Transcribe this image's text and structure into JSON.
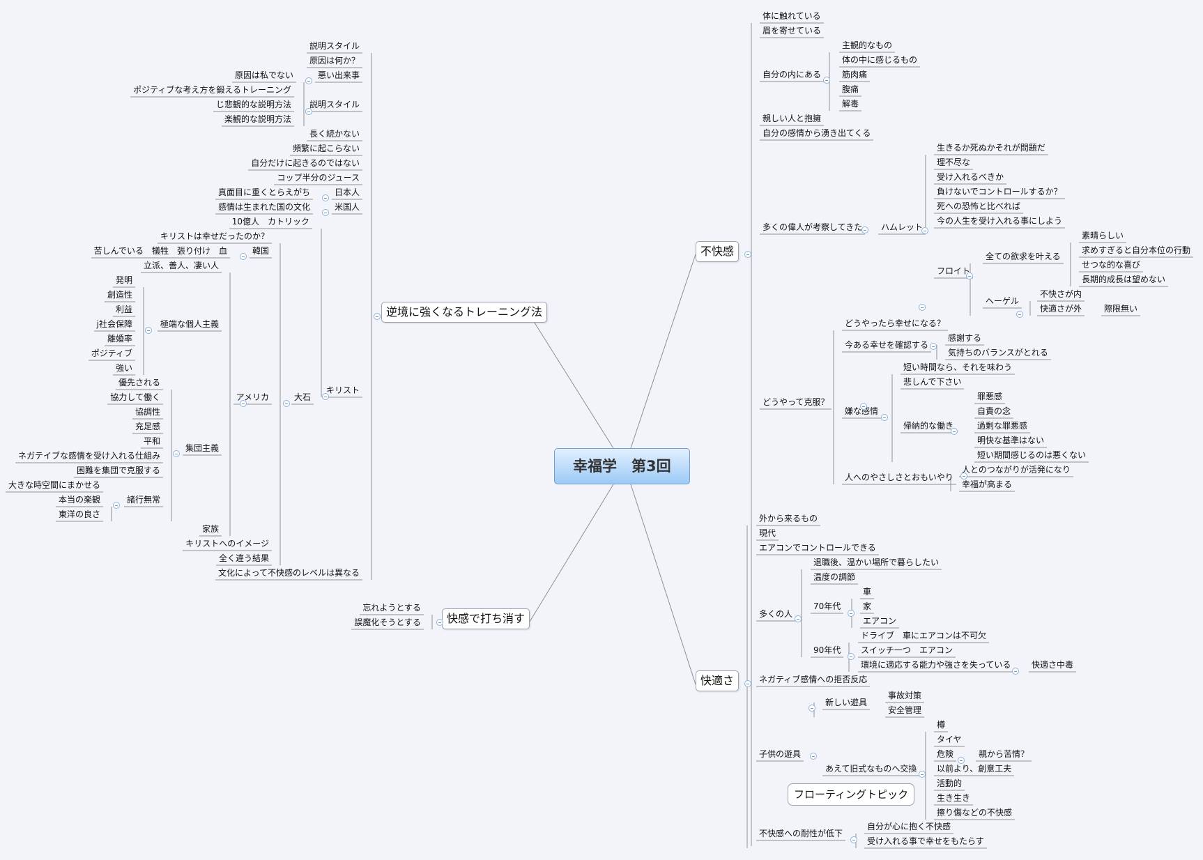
{
  "central": "幸福学　第3回",
  "floating_topic": "フローティングトピック",
  "branches": [
    {
      "label": "不快感",
      "children": [
        {
          "label": "体に触れている"
        },
        {
          "label": "眉を寄せている"
        },
        {
          "label": "自分の内にある",
          "children": [
            {
              "label": "主観的なもの"
            },
            {
              "label": "体の中に感じるもの"
            },
            {
              "label": "筋肉痛"
            },
            {
              "label": "腹痛"
            },
            {
              "label": "解毒"
            }
          ]
        },
        {
          "label": "親しい人と抱擁"
        },
        {
          "label": "自分の感情から湧き出てくる"
        },
        {
          "label": "多くの偉人が考察してきた",
          "children": [
            {
              "label": "ハムレット",
              "children": [
                {
                  "label": "生きるか死ぬかそれが問題だ"
                },
                {
                  "label": "理不尽な"
                },
                {
                  "label": "受け入れるべきか"
                },
                {
                  "label": "負けないでコントロールするか？"
                },
                {
                  "label": "死への恐怖と比べれば"
                },
                {
                  "label": "今の人生を受け入れる事にしよう"
                },
                {
                  "label": "フロイト",
                  "children": [
                    {
                      "label": "全ての欲求を叶える",
                      "children": [
                        {
                          "label": "素晴らしい"
                        },
                        {
                          "label": "求めすぎると自分本位の行動"
                        },
                        {
                          "label": "せつな的な喜び"
                        },
                        {
                          "label": "長期的成長は望めない"
                        }
                      ]
                    },
                    {
                      "label": "ヘーゲル",
                      "children": [
                        {
                          "label": "不快さが内"
                        },
                        {
                          "label": "快適さが外",
                          "children": [
                            {
                              "label": "際限無い"
                            }
                          ]
                        }
                      ]
                    }
                  ]
                }
              ]
            }
          ]
        },
        {
          "label": "どうやって克服？",
          "children": [
            {
              "label": "どうやったら幸せになる？"
            },
            {
              "label": "今ある幸せを確認する",
              "children": [
                {
                  "label": "感謝する"
                },
                {
                  "label": "気持ちのバランスがとれる"
                }
              ]
            },
            {
              "label": "嫌な感情",
              "children": [
                {
                  "label": "短い時間なら、それを味わう"
                },
                {
                  "label": "悲しんで下さい"
                },
                {
                  "label": "帰納的な働き",
                  "children": [
                    {
                      "label": "罪悪感"
                    },
                    {
                      "label": "自責の念"
                    },
                    {
                      "label": "過剰な罪悪感"
                    },
                    {
                      "label": "明快な基準はない"
                    },
                    {
                      "label": "短い期間感じるのは悪くない"
                    }
                  ]
                }
              ]
            },
            {
              "label": "人へのやさしさとおもいやり",
              "children": [
                {
                  "label": "人とのつながりが活発になり"
                },
                {
                  "label": "幸福が高まる"
                }
              ]
            }
          ]
        }
      ]
    },
    {
      "label": "快適さ",
      "children": [
        {
          "label": "外から来るもの"
        },
        {
          "label": "現代"
        },
        {
          "label": "エアコンでコントロールできる"
        },
        {
          "label": "多くの人",
          "children": [
            {
              "label": "退職後、温かい場所で暮らしたい"
            },
            {
              "label": "温度の調節"
            },
            {
              "label": "70年代",
              "children": [
                {
                  "label": "車"
                },
                {
                  "label": "家"
                },
                {
                  "label": "エアコン"
                }
              ]
            },
            {
              "label": "90年代",
              "children": [
                {
                  "label": "ドライブ　車にエアコンは不可欠"
                },
                {
                  "label": "スイッチ一つ　エアコン"
                },
                {
                  "label": "環境に適応する能力や強さを失っている",
                  "children": [
                    {
                      "label": "快適さ中毒"
                    }
                  ]
                }
              ]
            }
          ]
        },
        {
          "label": "ネガティブ感情への拒否反応"
        },
        {
          "label": "子供の遊具",
          "children": [
            {
              "label": "新しい遊具",
              "children": [
                {
                  "label": "事故対策"
                },
                {
                  "label": "安全管理"
                }
              ]
            },
            {
              "label": "あえて旧式なものへ交換",
              "children": [
                {
                  "label": "樽"
                },
                {
                  "label": "タイヤ"
                },
                {
                  "label": "危険",
                  "children": [
                    {
                      "label": "親から苦情？"
                    }
                  ]
                },
                {
                  "label": "以前より、創意工夫"
                },
                {
                  "label": "活動的"
                },
                {
                  "label": "生き生き"
                },
                {
                  "label": "擦り傷などの不快感"
                }
              ]
            }
          ]
        },
        {
          "label": "不快感への耐性が低下",
          "children": [
            {
              "label": "自分が心に抱く不快感"
            },
            {
              "label": "受け入れる事で幸せをもたらす"
            }
          ]
        }
      ]
    },
    {
      "label": "逆境に強くなるトレーニング法",
      "children": [
        {
          "label": "説明スタイル"
        },
        {
          "label": "原因は何か？"
        },
        {
          "label": "悪い出来事",
          "children": [
            {
              "label": "原因は私でない"
            }
          ]
        },
        {
          "label": "説明スタイル",
          "children": [
            {
              "label": "ポジティブな考え方を鍛えるトレーニング"
            },
            {
              "label": "じ悲観的な説明方法"
            },
            {
              "label": "楽観的な説明方法"
            }
          ]
        },
        {
          "label": "長く続かない"
        },
        {
          "label": "頻繁に起こらない"
        },
        {
          "label": "自分だけに起きるのではない"
        },
        {
          "label": "コップ半分のジュース"
        },
        {
          "label": "日本人",
          "children": [
            {
              "label": "真面目に重くとらえがち"
            }
          ]
        },
        {
          "label": "米国人",
          "children": [
            {
              "label": "感情は生まれた国の文化"
            }
          ]
        },
        {
          "label": "キリスト",
          "children": [
            {
              "label": "10億人　カトリック"
            },
            {
              "label": "キリストは幸せだったのか？"
            },
            {
              "label": "韓国",
              "children": [
                {
                  "label": "苦しんでいる　犠牲　張り付け　血"
                }
              ]
            },
            {
              "label": "大石",
              "children": [
                {
                  "label": "アメリカ",
                  "children": [
                    {
                      "label": "立派、善人、凄い人"
                    },
                    {
                      "label": "極端な個人主義",
                      "children": [
                        {
                          "label": "発明"
                        },
                        {
                          "label": "創造性"
                        },
                        {
                          "label": "利益"
                        },
                        {
                          "label": "j社会保障"
                        },
                        {
                          "label": "離婚率"
                        },
                        {
                          "label": "ポジティブ"
                        },
                        {
                          "label": "強い"
                        }
                      ]
                    },
                    {
                      "label": "優先される"
                    },
                    {
                      "label": "集団主義",
                      "children": [
                        {
                          "label": "協力して働く"
                        },
                        {
                          "label": "協調性"
                        },
                        {
                          "label": "充足感"
                        },
                        {
                          "label": "平和"
                        },
                        {
                          "label": "ネガテイブな感情を受け入れる仕組み"
                        },
                        {
                          "label": "困難を集団で克服する"
                        },
                        {
                          "label": "大きな時空間にまかせる"
                        },
                        {
                          "label": "諸行無常",
                          "children": [
                            {
                              "label": "本当の楽観"
                            },
                            {
                              "label": "東洋の良さ"
                            }
                          ]
                        }
                      ]
                    },
                    {
                      "label": "家族"
                    }
                  ]
                },
                {
                  "label": "キリストへのイメージ"
                },
                {
                  "label": "全く違う結果"
                }
              ]
            }
          ]
        },
        {
          "label": "文化によって不快感のレベルは異なる"
        }
      ]
    },
    {
      "label": "快感で打ち消す",
      "children": [
        {
          "label": "忘れようとする"
        },
        {
          "label": "誤魔化そうとする"
        }
      ]
    }
  ]
}
